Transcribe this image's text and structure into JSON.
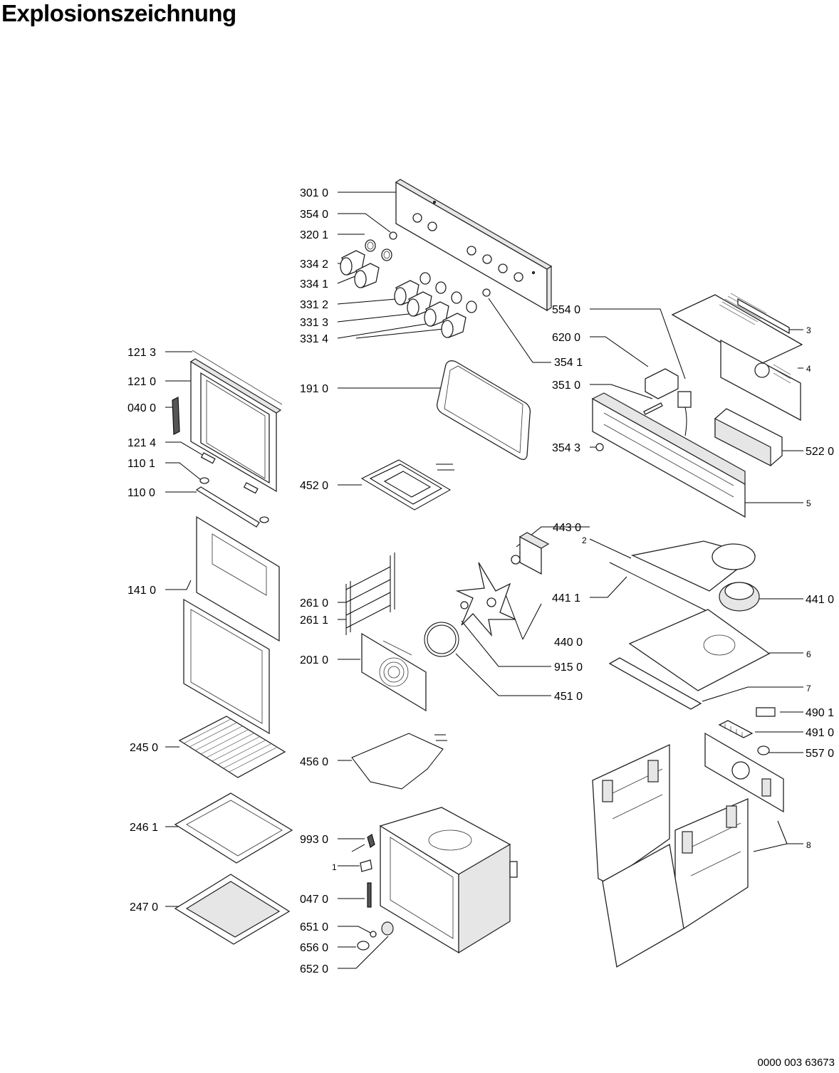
{
  "title": "Explosionszeichnung",
  "document_number": "0000 003 63673",
  "labels": {
    "l3010": "301 0",
    "l3540": "354 0",
    "l3201": "320 1",
    "l3342": "334 2",
    "l3341": "334 1",
    "l3312": "331 2",
    "l3313": "331 3",
    "l3314": "331 4",
    "l5540": "554 0",
    "l6200": "620 0",
    "l3541": "354 1",
    "l3510": "351 0",
    "l3543": "354 3",
    "l5220": "522 0",
    "l3": "3",
    "l4": "4",
    "l5": "5",
    "l1213": "121 3",
    "l1210": "121 0",
    "l0400": "040 0",
    "l1214": "121 4",
    "l1101": "110 1",
    "l1100": "110 0",
    "l1910": "191 0",
    "l4520": "452 0",
    "l4430": "443 0",
    "l2": "2",
    "l4411": "441 1",
    "l4410": "441 0",
    "l1410": "141 0",
    "l2610": "261 0",
    "l2611": "261 1",
    "l4400": "440 0",
    "l2010": "201 0",
    "l9150": "915 0",
    "l6": "6",
    "l4510": "451 0",
    "l7": "7",
    "l4901": "490 1",
    "l4910": "491 0",
    "l5570": "557 0",
    "l2450": "245 0",
    "l4560": "456 0",
    "l2461": "246 1",
    "l9930": "993 0",
    "l8": "8",
    "l1": "1",
    "l0470": "047 0",
    "l2470": "247 0",
    "l6510": "651 0",
    "l6560": "656 0",
    "l6520": "652 0"
  }
}
